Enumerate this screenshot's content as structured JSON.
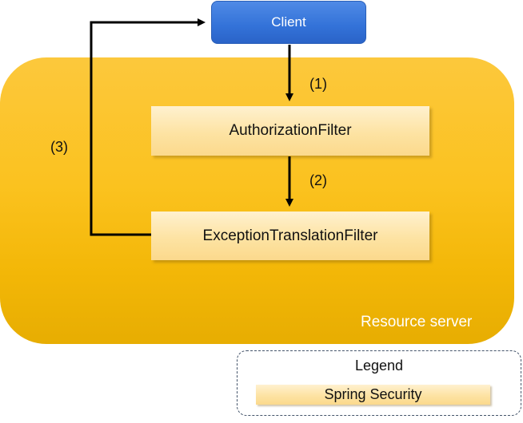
{
  "nodes": {
    "client": "Client",
    "authorization_filter": "AuthorizationFilter",
    "exception_filter": "ExceptionTranslationFilter",
    "resource_server": "Resource server"
  },
  "steps": [
    "(1)",
    "(2)",
    "(3)"
  ],
  "legend": {
    "title": "Legend",
    "items": [
      {
        "label": "Spring Security"
      }
    ]
  },
  "colors": {
    "resource_server": "#fbc21f",
    "client": "#3372d8",
    "filter": "#fde3a3",
    "arrow": "#000000"
  }
}
